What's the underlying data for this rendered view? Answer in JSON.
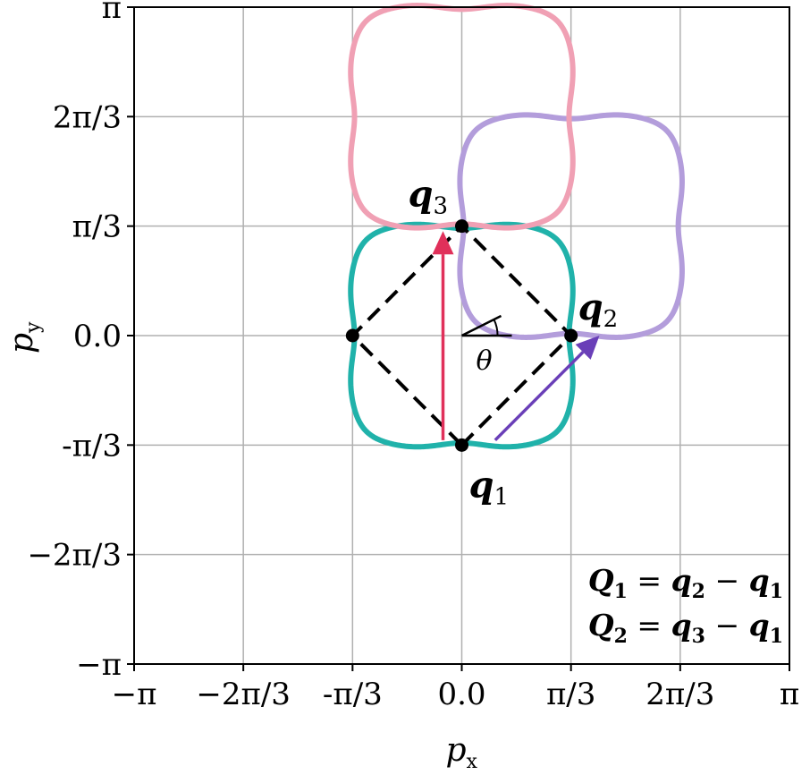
{
  "chart_data": {
    "type": "line",
    "xlabel_main": "p",
    "xlabel_sub": "x",
    "ylabel_main": "p",
    "ylabel_sub": "y",
    "xlim": [
      -3.14159,
      3.14159
    ],
    "ylim": [
      -3.14159,
      3.14159
    ],
    "grid": true,
    "x_ticks": [
      {
        "value": -3.14159,
        "label": "−π"
      },
      {
        "value": -2.0944,
        "label": "−2π/3"
      },
      {
        "value": -1.0472,
        "label": "-π/3"
      },
      {
        "value": 0.0,
        "label": "0.0"
      },
      {
        "value": 1.0472,
        "label": "π/3"
      },
      {
        "value": 2.0944,
        "label": "2π/3"
      },
      {
        "value": 3.14159,
        "label": "π"
      }
    ],
    "y_ticks": [
      {
        "value": 3.14159,
        "label": "π"
      },
      {
        "value": 2.0944,
        "label": "2π/3"
      },
      {
        "value": 1.0472,
        "label": "π/3"
      },
      {
        "value": 0.0,
        "label": "0.0"
      },
      {
        "value": -1.0472,
        "label": "-π/3"
      },
      {
        "value": -2.0944,
        "label": "−2π/3"
      },
      {
        "value": -3.14159,
        "label": "−π"
      }
    ],
    "contours": [
      {
        "center": [
          0.0,
          0.0
        ],
        "radius": 1.0472,
        "color": "#20b2aa",
        "opacity": 1.0
      },
      {
        "center": [
          1.0472,
          1.0472
        ],
        "radius": 1.0472,
        "color": "#b39ddb",
        "opacity": 1.0
      },
      {
        "center": [
          0.0,
          2.0944
        ],
        "radius": 1.0472,
        "color": "#f0a0b4",
        "opacity": 1.0
      }
    ],
    "diamond": [
      [
        0.0,
        -1.0472
      ],
      [
        1.0472,
        0.0
      ],
      [
        0.0,
        1.0472
      ],
      [
        -1.0472,
        0.0
      ]
    ],
    "points": [
      {
        "name": "q1",
        "x": 0.0,
        "y": -1.0472,
        "label_main": "q",
        "label_sub": "1"
      },
      {
        "name": "q2",
        "x": 1.0472,
        "y": 0.0,
        "label_main": "q",
        "label_sub": "2"
      },
      {
        "name": "q3",
        "x": 0.0,
        "y": 1.0472,
        "label_main": "q",
        "label_sub": "3"
      },
      {
        "name": "q4",
        "x": -1.0472,
        "y": 0.0,
        "label_main": "",
        "label_sub": ""
      }
    ],
    "arrows": [
      {
        "name": "Q2-arrow",
        "from": [
          -0.18,
          -1.0
        ],
        "to": [
          -0.18,
          1.0
        ],
        "color": "#e0305a"
      },
      {
        "name": "Q1-arrow",
        "from": [
          0.32,
          -1.0
        ],
        "to": [
          1.32,
          0.0
        ],
        "color": "#6a3fb8"
      }
    ],
    "angle_label": "θ",
    "annotations": [
      {
        "lhs_main": "Q",
        "lhs_sub": "1",
        "rhs1_main": "q",
        "rhs1_sub": "2",
        "rhs2_main": "q",
        "rhs2_sub": "1"
      },
      {
        "lhs_main": "Q",
        "lhs_sub": "2",
        "rhs1_main": "q",
        "rhs1_sub": "3",
        "rhs2_main": "q",
        "rhs2_sub": "1"
      }
    ]
  }
}
